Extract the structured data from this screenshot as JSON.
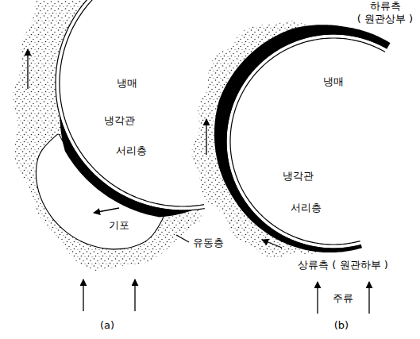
{
  "diagram": {
    "labels": [
      "냉매",
      "냉각관",
      "서리층",
      "기포",
      "유동층",
      "(a)",
      "하류측",
      "( 원관상부 )",
      "냉매",
      "냉각관",
      "서리층",
      "상류측 ( 원관하부 )",
      "주류",
      "(b)"
    ]
  }
}
